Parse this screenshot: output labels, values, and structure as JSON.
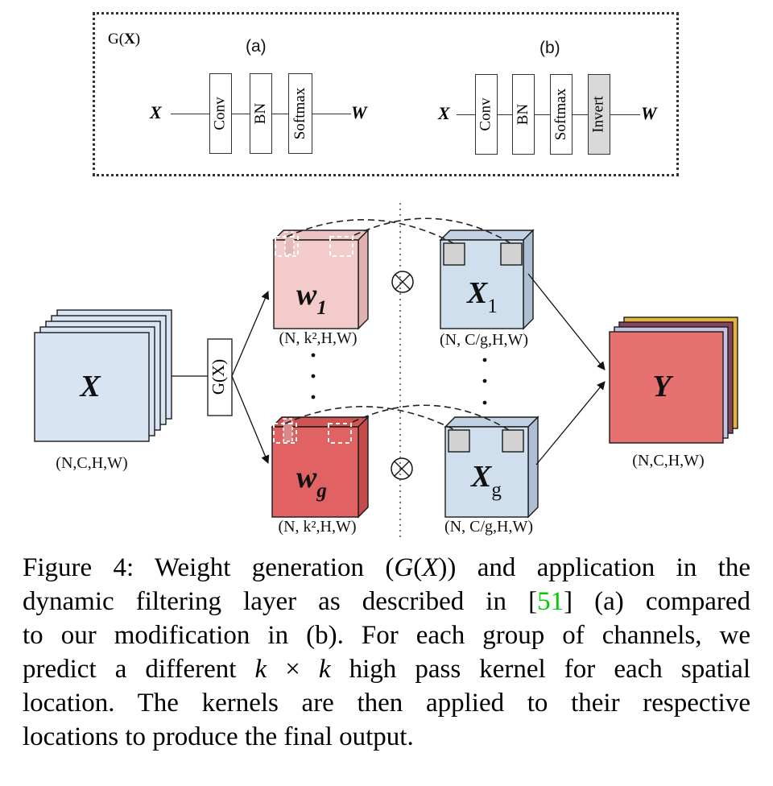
{
  "panel": {
    "gx": {
      "pre": "G(",
      "bold": "X",
      "post": ")"
    },
    "a": {
      "tag": "(a)",
      "input": "X",
      "output": "W",
      "blocks": [
        "Conv",
        "BN",
        "Softmax"
      ]
    },
    "b": {
      "tag": "(b)",
      "input": "X",
      "output": "W",
      "blocks": [
        "Conv",
        "BN",
        "Softmax",
        "Invert"
      ]
    }
  },
  "diagram": {
    "input": {
      "label": "X",
      "dims": "(N,C,H,W)"
    },
    "generator": "G(X)",
    "weights": [
      {
        "base": "w",
        "sub": "1",
        "dims": "(N, k²,H,W)"
      },
      {
        "base": "w",
        "sub": "g",
        "dims": "(N, k²,H,W)"
      }
    ],
    "groups": [
      {
        "base": "X",
        "sub": "1",
        "dims": "(N, C/g,H,W)"
      },
      {
        "base": "X",
        "sub": "g",
        "dims": "(N, C/g,H,W)"
      }
    ],
    "output": {
      "label": "Y",
      "dims": "(N,C,H,W)"
    },
    "operator": "⊗"
  },
  "caption": {
    "lines": [
      [
        {
          "t": "Figure 4: Weight generation ("
        },
        {
          "t": "G"
        },
        {
          "t": "("
        },
        {
          "t": "X"
        },
        {
          "t": ")) and application in the"
        }
      ],
      [
        {
          "t": "dynamic filtering layer as described in ["
        },
        {
          "t": "51"
        },
        {
          "t": "] (a) compared"
        }
      ],
      [
        {
          "t": "to our modification in (b). For each group of channels, we"
        }
      ],
      [
        {
          "t": "predict a different "
        },
        {
          "t": "k"
        },
        {
          "t": " × "
        },
        {
          "t": "k"
        },
        {
          "t": " high pass kernel for each spatial"
        }
      ],
      [
        {
          "t": "location.  The kernels are then applied to their respective"
        }
      ],
      [
        {
          "t": "locations to produce the final output."
        }
      ]
    ]
  },
  "colors": {
    "input_blue": "#d9e4f2",
    "group_blue": "#cfdfee",
    "group_top": "#c2d1e3",
    "group_side": "#aebfd4",
    "weight1": "#f4cbcb",
    "weight1_top": "#ecc2c2",
    "weight1_side": "#dfb1b1",
    "weightg": "#e06262",
    "weightg_top": "#d15454",
    "weightg_side": "#c34b4b",
    "corner_gray": "#d2d2d2",
    "invert_gray": "#d9d9d9",
    "tab_pink": "#e3baba",
    "tab_red": "#d88a8a",
    "output_front": "#e77170",
    "output_layer2": "#c7c1e1",
    "output_layer3": "#84465f",
    "output_layer4": "#e2b43d",
    "ref_green": "#00cc00"
  }
}
